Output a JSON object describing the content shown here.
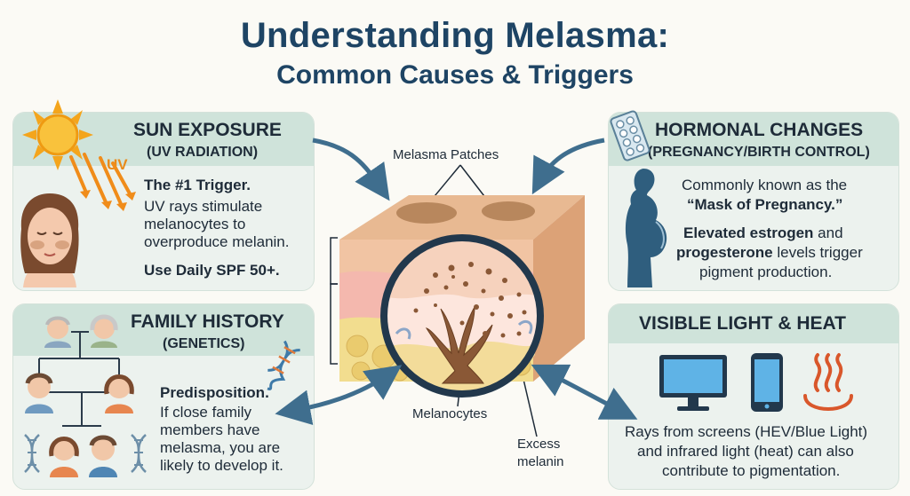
{
  "title": {
    "line1": "Understanding Melasma:",
    "line2": "Common Causes & Triggers"
  },
  "sun": {
    "heading": "SUN EXPOSURE",
    "subheading": "(UV RADIATION)",
    "uv_label": "UV",
    "lead": "The #1 Trigger.",
    "body": [
      "UV rays stimulate",
      "melanocytes to",
      "overproduce melanin."
    ],
    "tip": "Use Daily SPF 50+."
  },
  "hormonal": {
    "heading": "HORMONAL CHANGES",
    "subheading": "(PREGNANCY/BIRTH CONTROL)",
    "line1": "Commonly known as the",
    "line2": "“Mask of Pregnancy.”",
    "line3_bold": "Elevated estrogen",
    "line3_rest": " and",
    "line4_bold": "progesterone",
    "line4_rest": " levels trigger",
    "line5": "pigment production."
  },
  "family": {
    "heading": "FAMILY HISTORY",
    "subheading": "(GENETICS)",
    "lead": "Predisposition.",
    "body": [
      "If close family",
      "members have",
      "melasma, you are",
      "likely to develop it."
    ]
  },
  "visible": {
    "heading": "VISIBLE LIGHT & HEAT",
    "body": [
      "Rays from screens (HEV/Blue Light)",
      "and infrared light (heat) can also",
      "contribute to pigmentation."
    ]
  },
  "diagram": {
    "patches_label": "Melasma Patches",
    "melanocytes_label": "Melanocytes",
    "excess_label_1": "Excess",
    "excess_label_2": "melanin"
  },
  "colors": {
    "title": "#1e4464",
    "panel_bg": "#ecf2ee",
    "panel_band": "#cfe3da",
    "arrow": "#3f6e8e"
  }
}
